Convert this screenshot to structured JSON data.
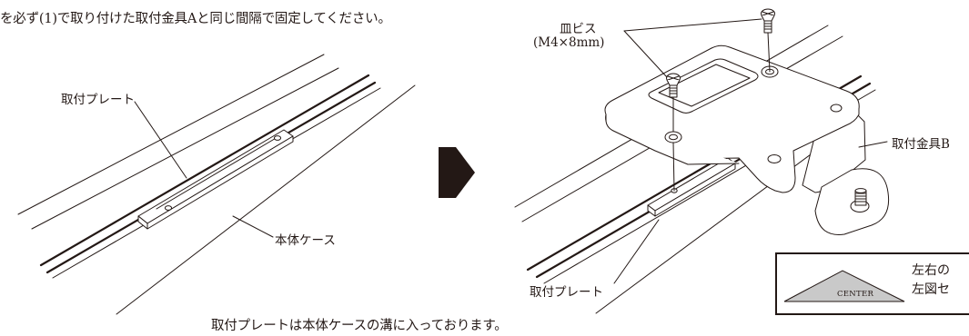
{
  "instruction_text": "を必ず(1)で取り付けた取付金具Aと同じ間隔で固定してください。",
  "caption": "取付プレートは本体ケースの溝に入っております。",
  "left_figure": {
    "plate_label": "取付プレート",
    "body_label": "本体ケース"
  },
  "right_figure": {
    "screw_name": "皿ビス",
    "screw_spec": "(M4×8mm)",
    "bracket_label": "取付金具B",
    "plate_label": "取付プレート"
  },
  "center_box": {
    "marker_text": "CENTER",
    "text_line1": "左右の",
    "text_line2": "左図セ"
  },
  "colors": {
    "ink": "#231815",
    "marker_fill": "#c9c9c9",
    "arrow_fill": "#231815"
  },
  "icons": [
    "arrow-right-icon",
    "flat-head-screw-icon",
    "center-triangle-icon"
  ]
}
